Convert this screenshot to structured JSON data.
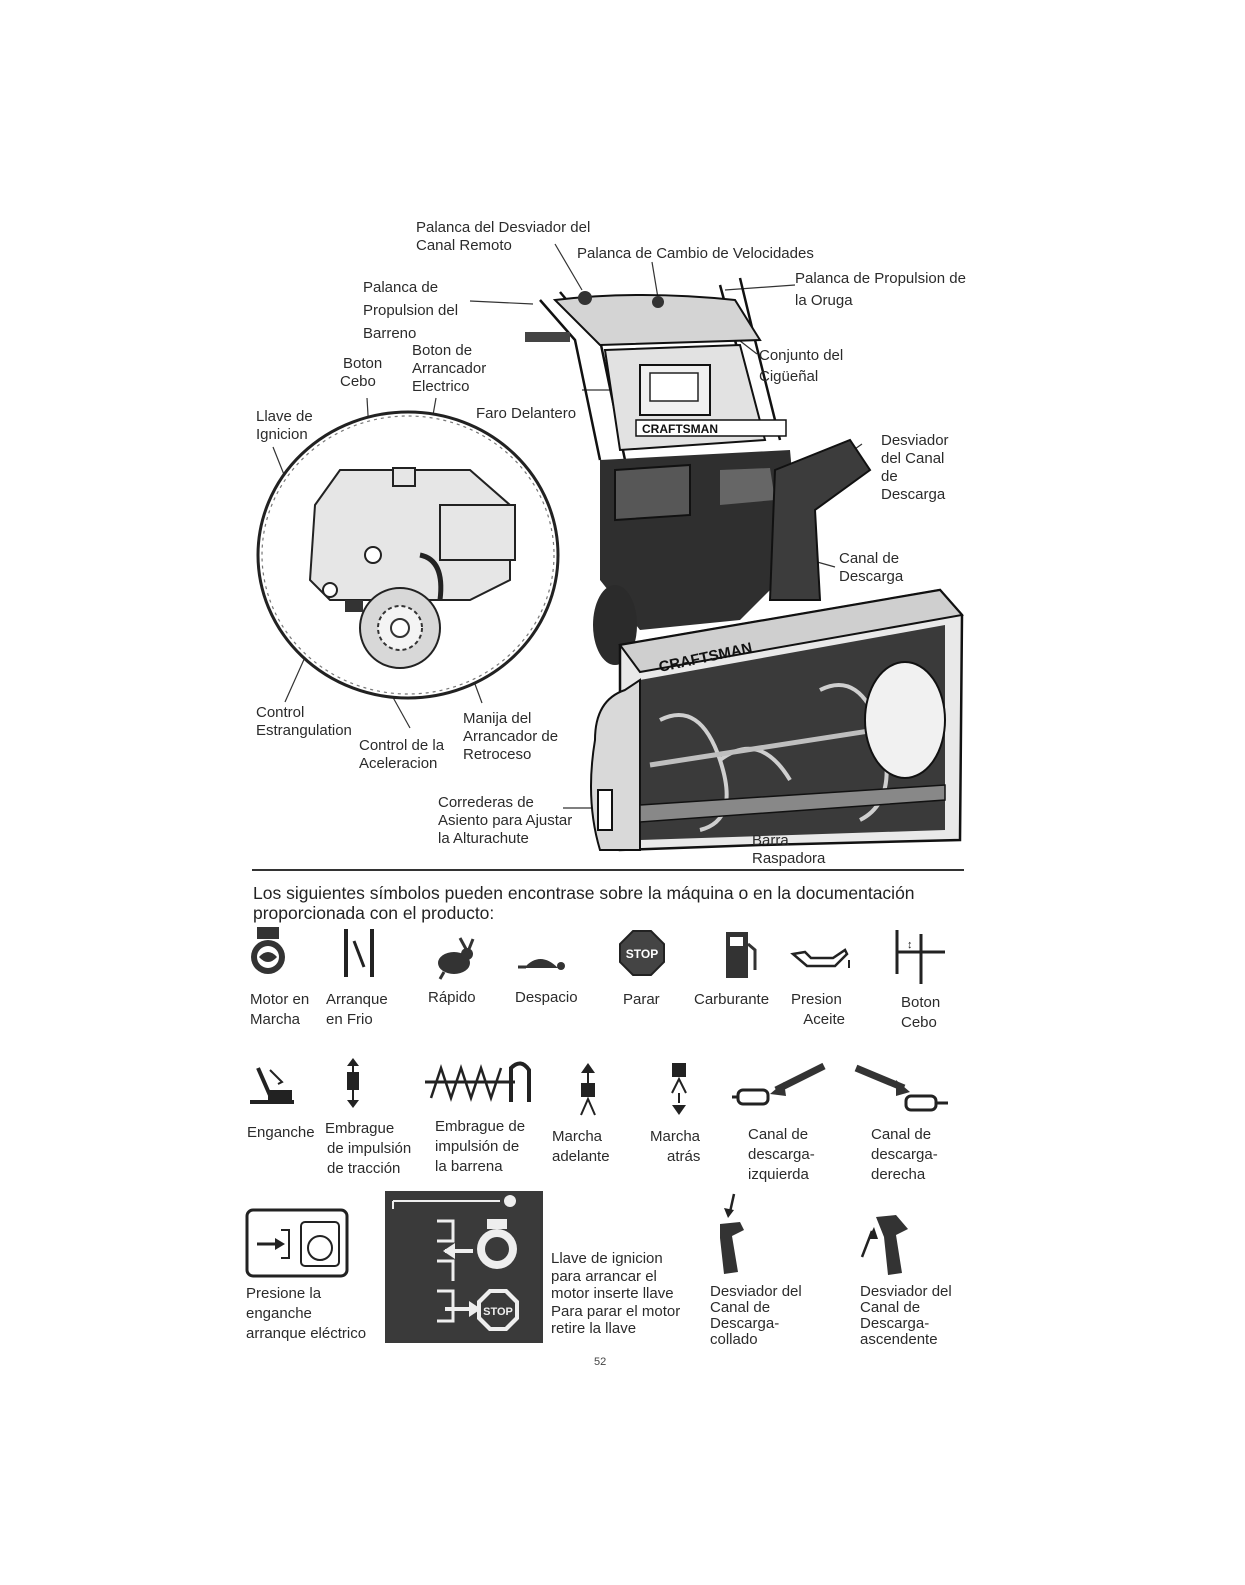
{
  "diagram": {
    "labels": {
      "remote_chute_lever": [
        "Palanca del Desviador del",
        "Canal Remoto"
      ],
      "shift_lever": [
        "Palanca de Cambio de Velocidades"
      ],
      "auger_lever": [
        "Palanca de",
        "Propulsion del",
        "Barreno"
      ],
      "track_lever": [
        "Palanca de Propulsion de",
        "la Oruga"
      ],
      "electric_start": [
        "Boton de",
        "Arrancador",
        "Electrico"
      ],
      "primer": [
        "Boton",
        "Cebo"
      ],
      "crank_assembly": [
        "Conjunto del",
        "Cigüeñal"
      ],
      "ignition_key": [
        "Llave de",
        "Ignicion"
      ],
      "headlight": [
        "Faro Delantero"
      ],
      "chute_deflector": [
        "Desviador",
        "del Canal",
        "de",
        "Descarga"
      ],
      "discharge_chute": [
        "Canal de",
        "Descarga"
      ],
      "choke": [
        "Control",
        "Estrangulation"
      ],
      "throttle": [
        "Control de la",
        "Aceleracion"
      ],
      "recoil_handle": [
        "Manija del",
        "Arrancador de",
        "Retroceso"
      ],
      "skid_shoes": [
        "Correderas de",
        "Asiento para Ajustar",
        "la Alturachute"
      ],
      "scraper_bar": [
        "Barra",
        "Raspadora"
      ]
    },
    "brand_text": "CRAFTSMAN"
  },
  "intro": {
    "line1": "Los siguientes símbolos pueden encontrase sobre la máquina o en la documentación",
    "line2": "proporcionada con el producto:"
  },
  "symbols_row1": [
    {
      "lines": [
        "Motor en",
        "Marcha"
      ],
      "icon": "engine-running-icon"
    },
    {
      "lines": [
        "Arranque",
        "en Frio"
      ],
      "icon": "cold-start-icon"
    },
    {
      "lines": [
        "Rápido"
      ],
      "icon": "rabbit-icon"
    },
    {
      "lines": [
        "Despacio"
      ],
      "icon": "turtle-icon"
    },
    {
      "lines": [
        "Parar"
      ],
      "icon": "stop-icon",
      "stop_text": "STOP"
    },
    {
      "lines": [
        "Carburante"
      ],
      "icon": "fuel-pump-icon"
    },
    {
      "lines": [
        "Presion",
        "Aceite"
      ],
      "icon": "oil-can-icon"
    },
    {
      "lines": [
        "Boton",
        "Cebo"
      ],
      "icon": "primer-icon"
    }
  ],
  "symbols_row2": [
    {
      "lines": [
        "Enganche"
      ],
      "icon": "engage-icon"
    },
    {
      "lines": [
        "Embrague",
        "de impulsión",
        "de tracción"
      ],
      "icon": "traction-clutch-icon"
    },
    {
      "lines": [
        "Embrague de",
        "impulsión de",
        "la barrena"
      ],
      "icon": "auger-clutch-icon"
    },
    {
      "lines": [
        "Marcha",
        "adelante"
      ],
      "icon": "forward-icon"
    },
    {
      "lines": [
        "Marcha",
        "atrás"
      ],
      "icon": "reverse-icon"
    },
    {
      "lines": [
        "Canal de",
        "descarga-",
        "izquierda"
      ],
      "icon": "chute-left-icon"
    },
    {
      "lines": [
        "Canal de",
        "descarga-",
        "derecha"
      ],
      "icon": "chute-right-icon"
    }
  ],
  "symbols_row3": [
    {
      "lines": [
        "Presione la",
        "enganche",
        "arranque eléctrico"
      ],
      "icon": "electric-start-icon"
    },
    {
      "lines": [
        "Llave de ignicion",
        "para arrancar el",
        "motor inserte llave",
        "Para parar el motor",
        "retire la llave"
      ],
      "icon": "ignition-key-panel-icon",
      "stop_text": "STOP"
    },
    {
      "lines": [
        "Desviador del",
        "Canal de",
        "Descarga-",
        "collado"
      ],
      "icon": "deflector-down-icon"
    },
    {
      "lines": [
        "Desviador del",
        "Canal de",
        "Descarga-",
        "ascendente"
      ],
      "icon": "deflector-up-icon"
    }
  ],
  "page_number": "52"
}
